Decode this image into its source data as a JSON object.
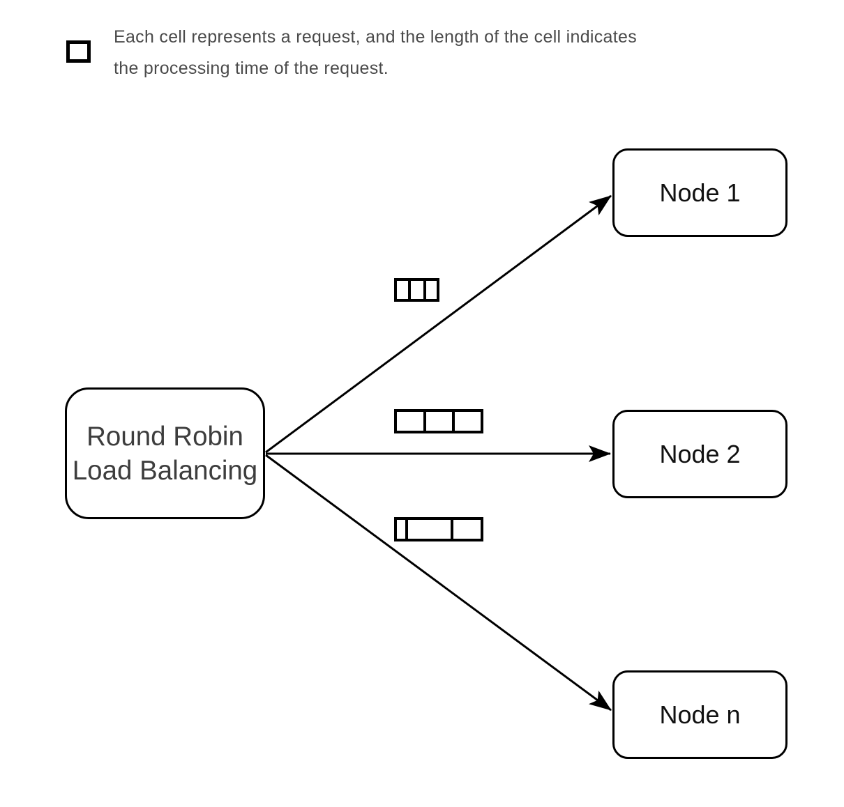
{
  "legend": {
    "icon": "request-cell-swatch",
    "lines": [
      "Each cell represents a request, and the length of the cell indicates",
      "the processing time of the request."
    ]
  },
  "balancer": {
    "label_lines": [
      "Round Robin",
      "Load Balancing"
    ]
  },
  "nodes": [
    {
      "label": "Node 1"
    },
    {
      "label": "Node 2"
    },
    {
      "label": "Node n"
    }
  ],
  "queues": [
    {
      "cells": [
        16,
        18,
        15
      ]
    },
    {
      "cells": [
        38,
        37,
        37
      ]
    },
    {
      "cells": [
        12,
        61,
        39
      ]
    }
  ],
  "colors": {
    "stroke": "#000000",
    "balancer_text": "#3d3d3d",
    "node_text": "#111111",
    "legend_text": "#4a4a4a",
    "background": "#ffffff"
  }
}
